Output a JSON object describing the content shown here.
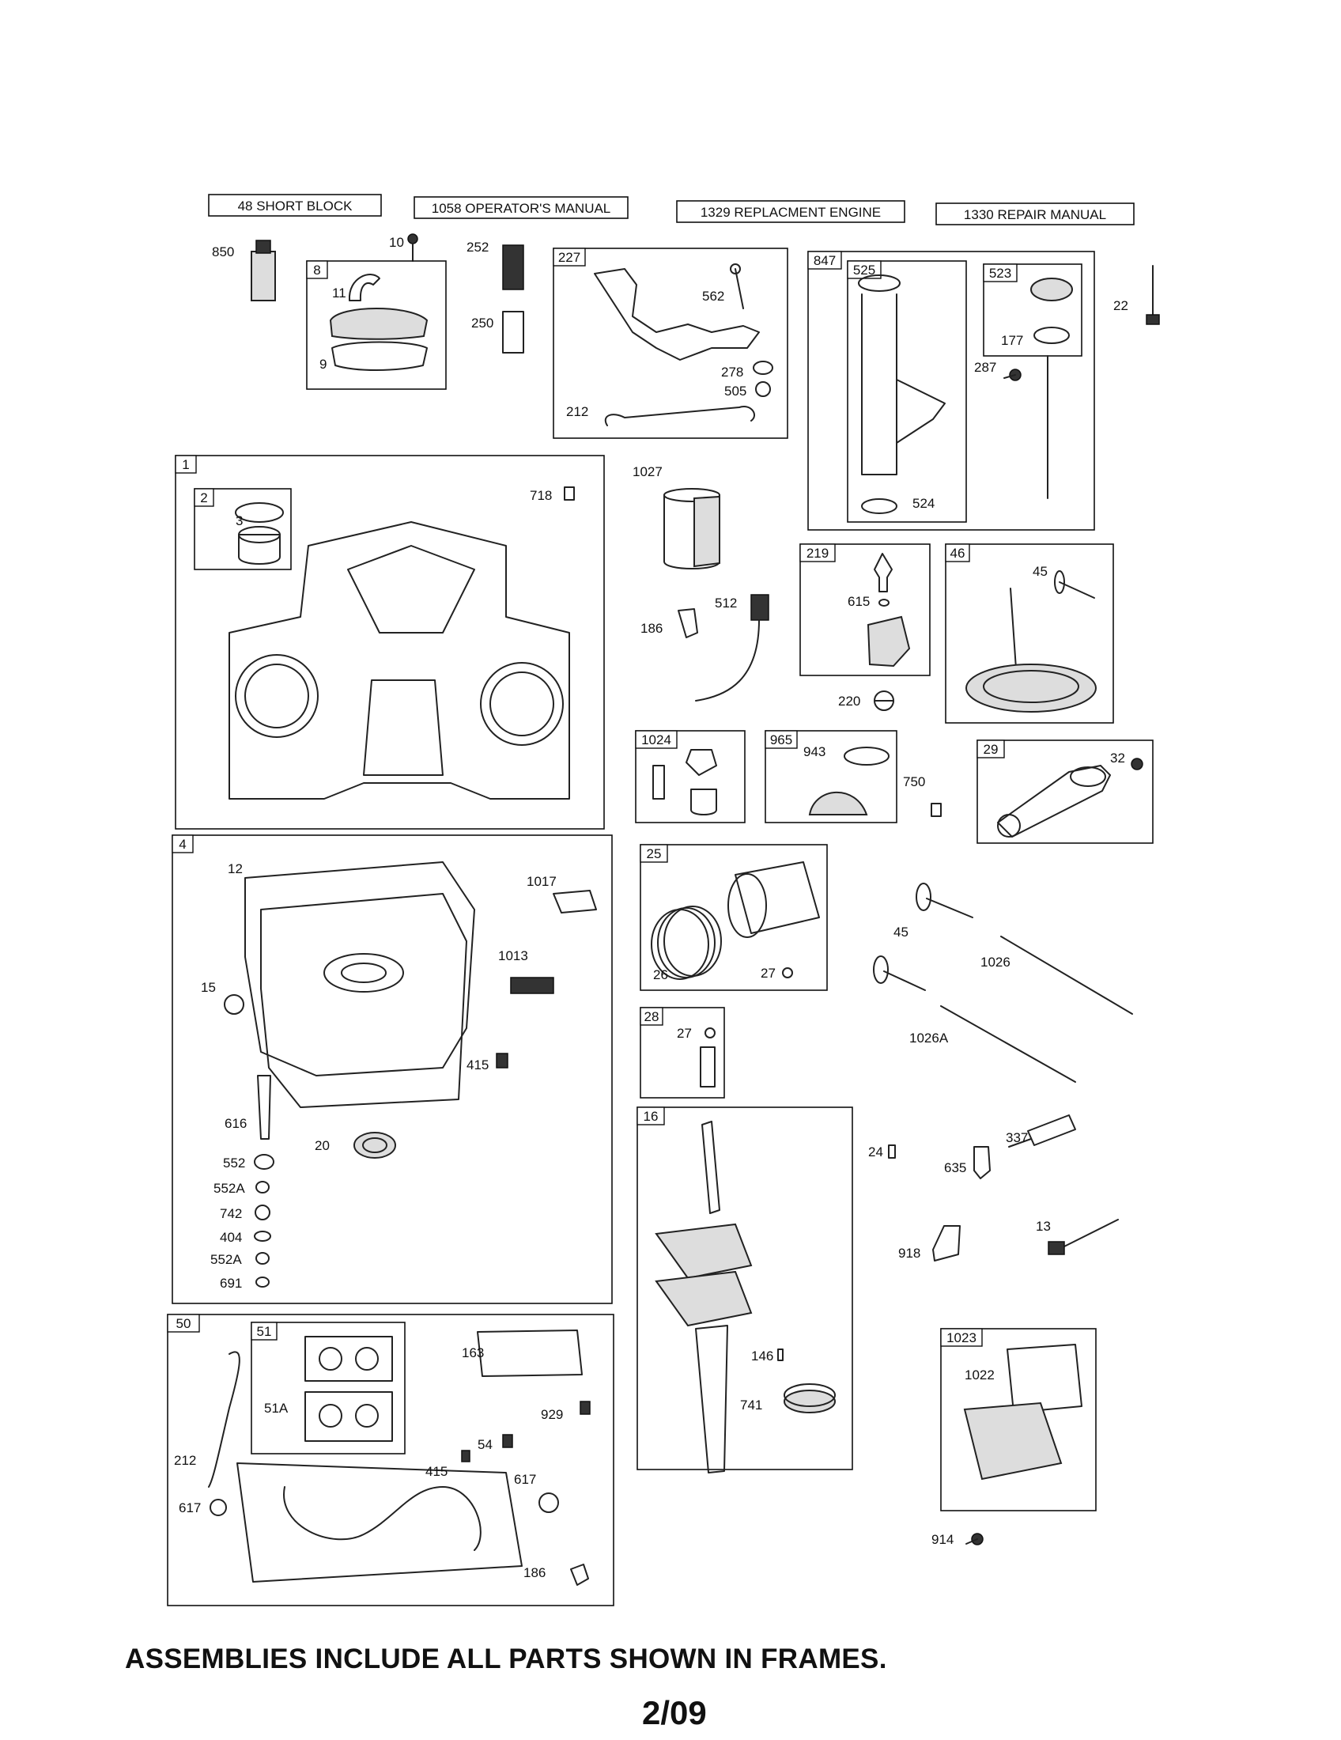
{
  "header_boxes": [
    "48 SHORT BLOCK",
    "1058 OPERATOR'S MANUAL",
    "1329 REPLACMENT ENGINE",
    "1330 REPAIR MANUAL"
  ],
  "frame_tags": {
    "f8": "8",
    "f227": "227",
    "f847": "847",
    "f525": "525",
    "f523": "523",
    "f1": "1",
    "f2": "2",
    "f219": "219",
    "f46": "46",
    "f1024": "1024",
    "f965": "965",
    "f29": "29",
    "f4": "4",
    "f25": "25",
    "f28": "28",
    "f16": "16",
    "f50": "50",
    "f51": "51",
    "f1023": "1023"
  },
  "labels": {
    "l850": "850",
    "l10": "10",
    "l252": "252",
    "l11": "11",
    "l250": "250",
    "l9": "9",
    "l562": "562",
    "l278": "278",
    "l505": "505",
    "l212a": "212",
    "l22": "22",
    "l177": "177",
    "l287": "287",
    "l524": "524",
    "l3": "3",
    "l718": "718",
    "l1027": "1027",
    "l512": "512",
    "l186a": "186",
    "l615": "615",
    "l220": "220",
    "l45a": "45",
    "l943": "943",
    "l750": "750",
    "l32": "32",
    "l12": "12",
    "l1017": "1017",
    "l1013": "1013",
    "l15": "15",
    "l415a": "415",
    "l616": "616",
    "l20": "20",
    "l552": "552",
    "l552A1": "552A",
    "l742": "742",
    "l404": "404",
    "l552A2": "552A",
    "l691": "691",
    "l26": "26",
    "l27a": "27",
    "l27b": "27",
    "l45b": "45",
    "l1026": "1026",
    "l1026A": "1026A",
    "l24": "24",
    "l337": "337",
    "l635": "635",
    "l13": "13",
    "l918": "918",
    "l146": "146",
    "l741": "741",
    "l1022": "1022",
    "l914": "914",
    "l163": "163",
    "l51A": "51A",
    "l929": "929",
    "l54": "54",
    "l415b": "415",
    "l617a": "617",
    "l212b": "212",
    "l617b": "617",
    "l186b": "186"
  },
  "footer_text": "ASSEMBLIES INCLUDE ALL PARTS SHOWN IN FRAMES.",
  "page_code": "2/09"
}
